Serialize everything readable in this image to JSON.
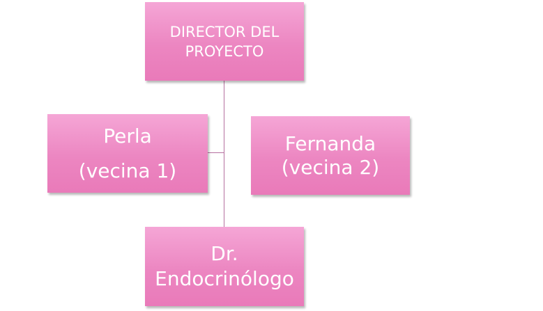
{
  "diagram": {
    "nodes": [
      {
        "id": "director",
        "label": "DIRECTOR DEL\nPROYECTO"
      },
      {
        "id": "perla",
        "label": "Perla\n(vecina 1)"
      },
      {
        "id": "fernanda",
        "label": "Fernanda\n(vecina 2)"
      },
      {
        "id": "endocrinologo",
        "label": "Dr.\nEndocrinólogo"
      }
    ],
    "colors": {
      "box_top": "#f5a6d6",
      "box_bottom": "#e97ab9",
      "text": "#ffffff",
      "connector": "#b56f9f"
    }
  }
}
